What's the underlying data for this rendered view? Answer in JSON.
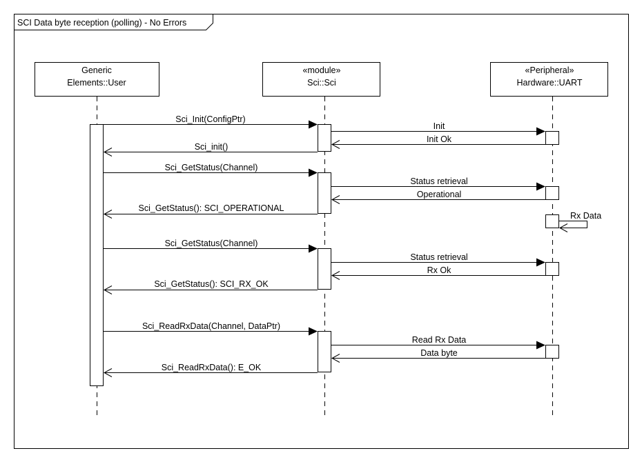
{
  "frame": {
    "title": "SCI Data byte reception (polling) - No Errors"
  },
  "lifelines": [
    {
      "id": "user",
      "lines": [
        "Generic",
        "Elements::User"
      ]
    },
    {
      "id": "sci",
      "lines": [
        "«module»",
        "Sci::Sci"
      ]
    },
    {
      "id": "uart",
      "lines": [
        "«Peripheral»",
        "Hardware::UART"
      ]
    }
  ],
  "messages": [
    {
      "from": "user",
      "to": "sci",
      "kind": "call",
      "label": "Sci_Init(ConfigPtr)"
    },
    {
      "from": "sci",
      "to": "uart",
      "kind": "call",
      "label": "Init"
    },
    {
      "from": "uart",
      "to": "sci",
      "kind": "return",
      "label": "Init Ok"
    },
    {
      "from": "sci",
      "to": "user",
      "kind": "return",
      "label": "Sci_init()"
    },
    {
      "from": "user",
      "to": "sci",
      "kind": "call",
      "label": "Sci_GetStatus(Channel)"
    },
    {
      "from": "sci",
      "to": "uart",
      "kind": "call",
      "label": "Status retrieval"
    },
    {
      "from": "uart",
      "to": "sci",
      "kind": "return",
      "label": "Operational"
    },
    {
      "from": "sci",
      "to": "user",
      "kind": "return",
      "label": "Sci_GetStatus(): SCI_OPERATIONAL"
    },
    {
      "from": "uart",
      "to": "uart",
      "kind": "self",
      "label": "Rx Data"
    },
    {
      "from": "user",
      "to": "sci",
      "kind": "call",
      "label": "Sci_GetStatus(Channel)"
    },
    {
      "from": "sci",
      "to": "uart",
      "kind": "call",
      "label": "Status retrieval"
    },
    {
      "from": "uart",
      "to": "sci",
      "kind": "return",
      "label": "Rx Ok"
    },
    {
      "from": "sci",
      "to": "user",
      "kind": "return",
      "label": "Sci_GetStatus(): SCI_RX_OK"
    },
    {
      "from": "user",
      "to": "sci",
      "kind": "call",
      "label": "Sci_ReadRxData(Channel, DataPtr)"
    },
    {
      "from": "sci",
      "to": "uart",
      "kind": "call",
      "label": "Read Rx Data"
    },
    {
      "from": "uart",
      "to": "sci",
      "kind": "return",
      "label": "Data byte"
    },
    {
      "from": "sci",
      "to": "user",
      "kind": "return",
      "label": "Sci_ReadRxData(): E_OK"
    }
  ]
}
